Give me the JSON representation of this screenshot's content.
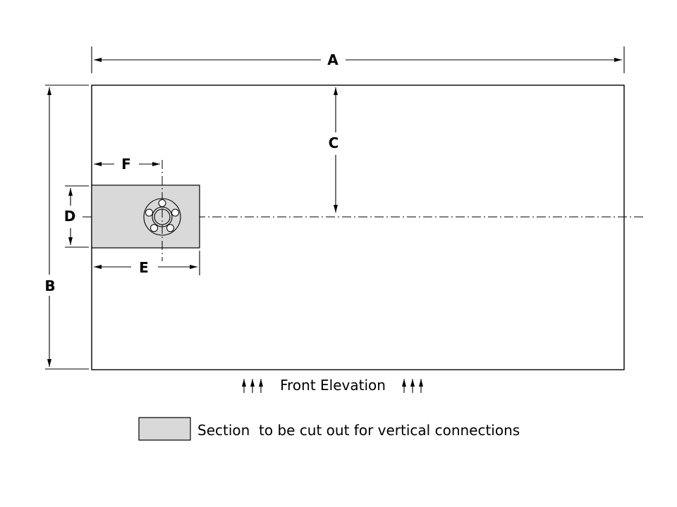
{
  "drawing": {
    "dimension_labels": {
      "a": "A",
      "b": "B",
      "c": "C",
      "d": "D",
      "e": "E",
      "f": "F"
    },
    "caption": "Front Elevation",
    "legend": {
      "text": "Section  to be cut out for vertical connections"
    },
    "colors": {
      "line": "#000000",
      "cutout_fill": "#d9d9d9",
      "background": "#ffffff"
    }
  }
}
